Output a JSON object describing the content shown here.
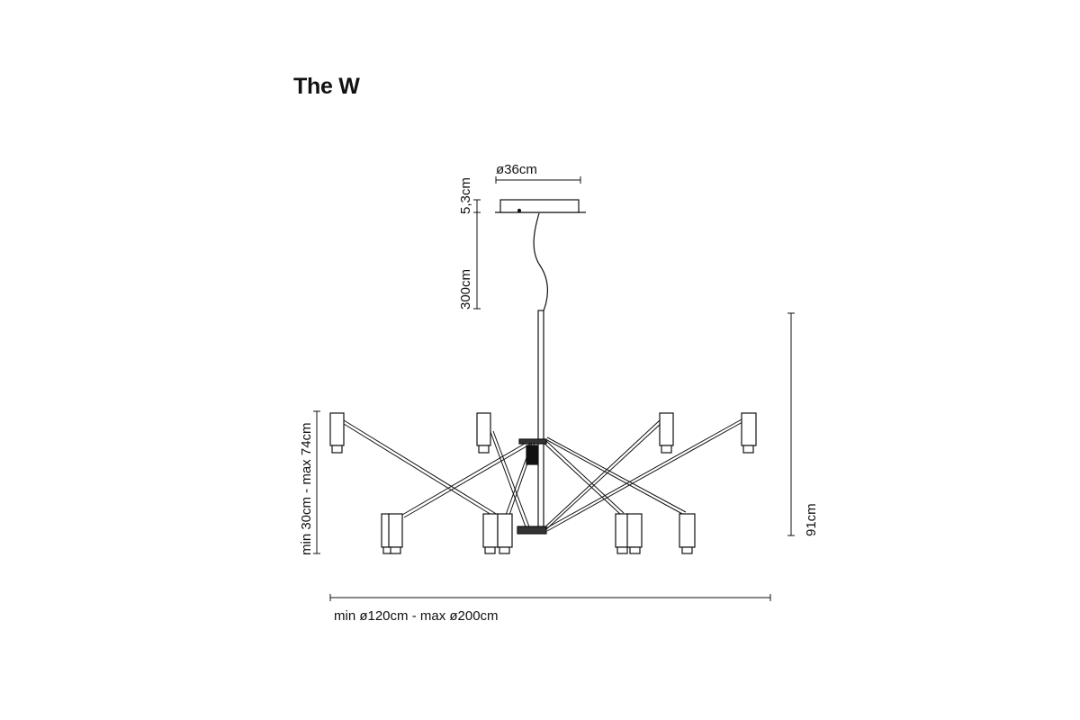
{
  "title": "The W",
  "dimensions": {
    "canopy_diameter": "ø36cm",
    "canopy_height": "5,3cm",
    "cable_length": "300cm",
    "arm_height": "min 30cm - max 74cm",
    "total_height": "91cm",
    "diameter": "min ø120cm - max ø200cm"
  },
  "colors": {
    "line": "#111111",
    "background": "#ffffff"
  }
}
